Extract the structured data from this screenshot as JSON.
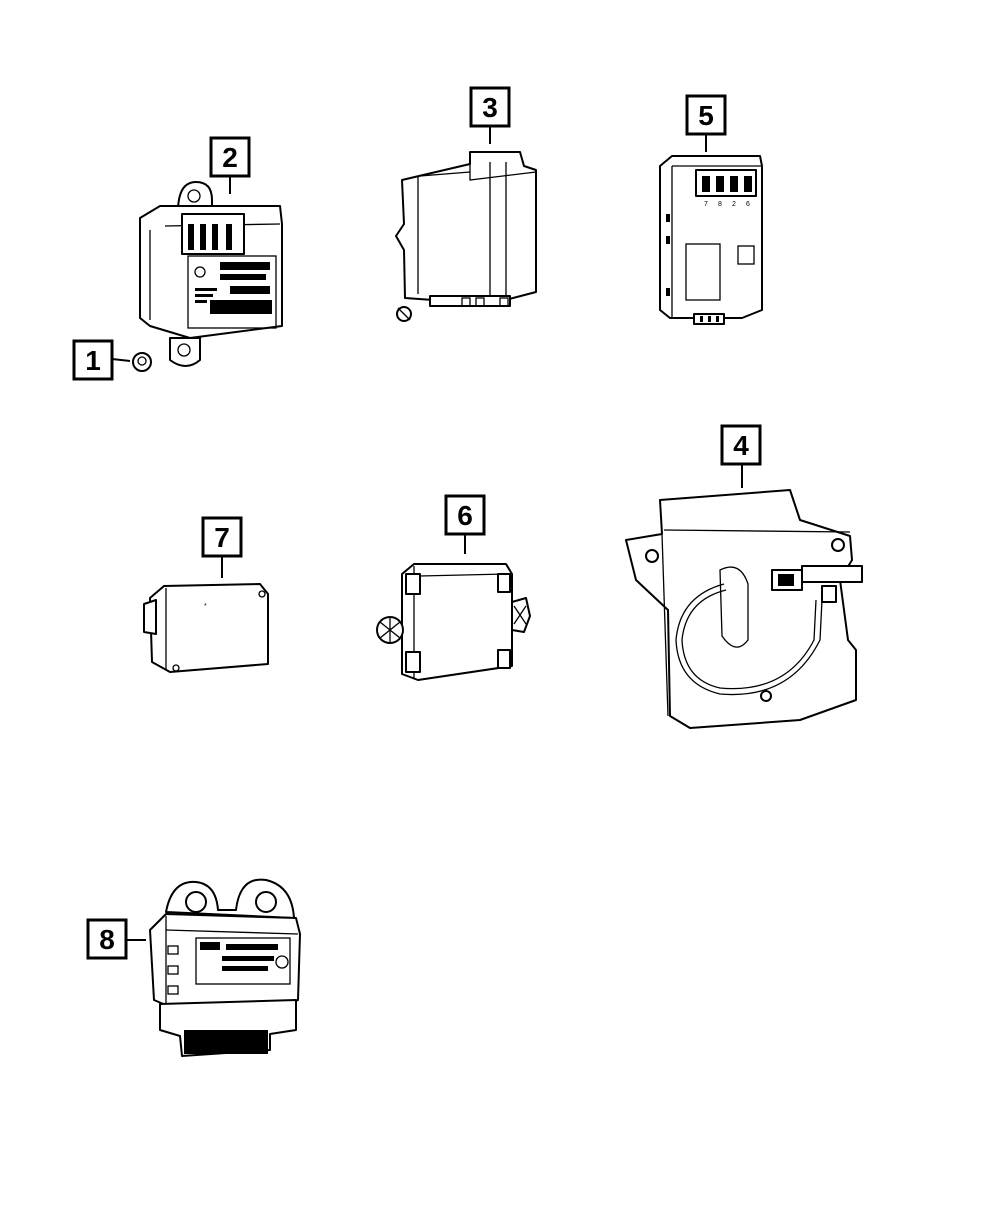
{
  "callouts": [
    {
      "number": "1"
    },
    {
      "number": "2"
    },
    {
      "number": "3"
    },
    {
      "number": "4"
    },
    {
      "number": "5"
    },
    {
      "number": "6"
    },
    {
      "number": "7"
    },
    {
      "number": "8"
    }
  ],
  "colors": {
    "line": "#000000",
    "background": "#ffffff"
  },
  "part5_pin_labels": [
    "7",
    "8",
    "2",
    "6"
  ]
}
